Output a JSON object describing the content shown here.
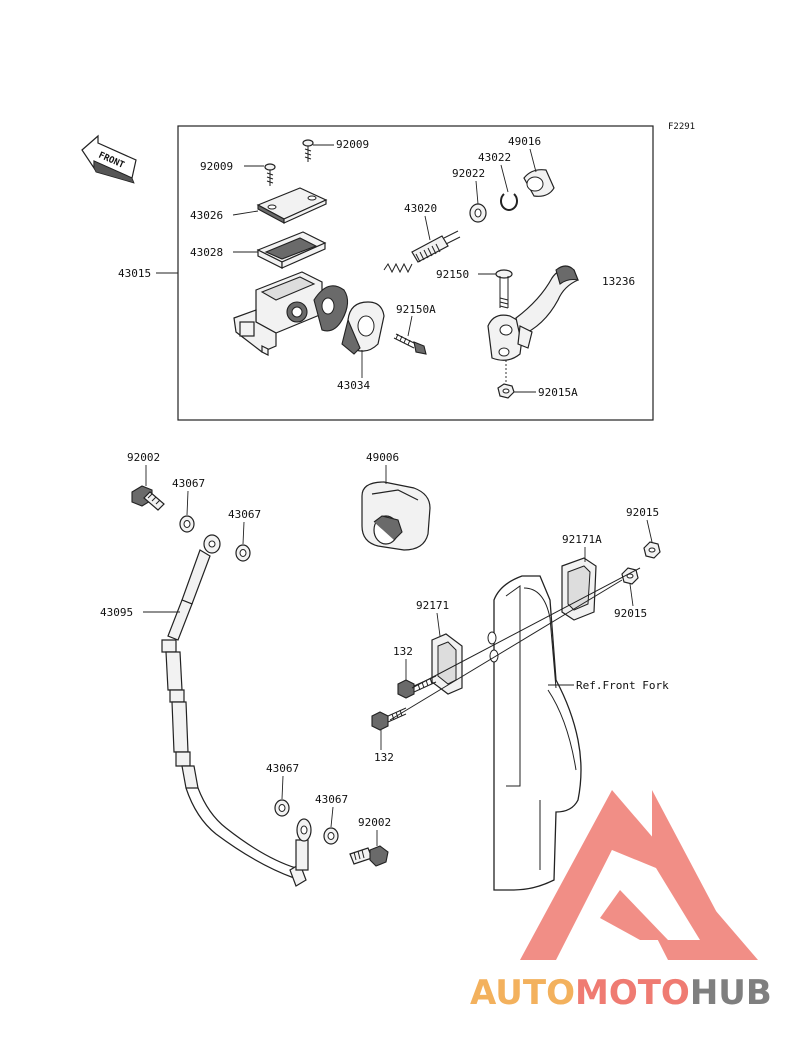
{
  "figure_code": "F2291",
  "front_label": "FRONT",
  "reference_label": "Ref.Front Fork",
  "watermark": {
    "auto": "AUTO",
    "moto": "MOTO",
    "hub": "HUB"
  },
  "colors": {
    "watermark_red": "#ef7b72",
    "watermark_orange": "#f3b15d",
    "watermark_gray": "#7f7f7f"
  },
  "parts": {
    "p92009a": "92009",
    "p92009b": "92009",
    "p43026": "43026",
    "p43028": "43028",
    "p43015": "43015",
    "p43020": "43020",
    "p92022": "92022",
    "p43022": "43022",
    "p49016": "49016",
    "p92150": "92150",
    "p13236": "13236",
    "p92150A": "92150A",
    "p43034": "43034",
    "p92015A": "92015A",
    "p92002a": "92002",
    "p43067a": "43067",
    "p43067b": "43067",
    "p49006": "49006",
    "p92015a": "92015",
    "p92171A": "92171A",
    "p92015b": "92015",
    "p43095": "43095",
    "p92171": "92171",
    "p132a": "132",
    "p132b": "132",
    "p43067c": "43067",
    "p43067d": "43067",
    "p92002b": "92002"
  }
}
